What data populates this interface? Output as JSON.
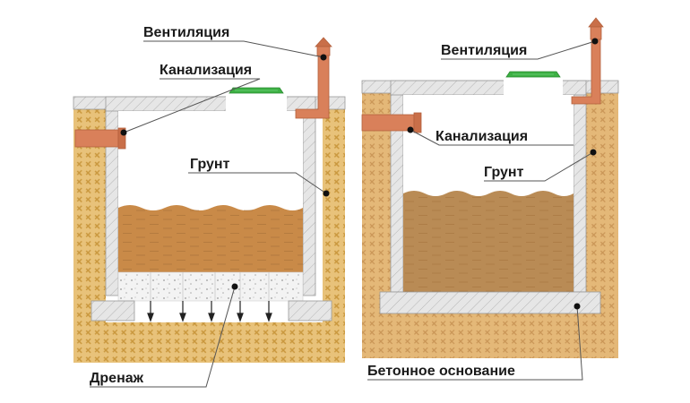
{
  "left_diagram": {
    "labels": {
      "ventilation": "Вентиляция",
      "sewer": "Канализация",
      "soil": "Грунт",
      "drainage": "Дренаж"
    }
  },
  "right_diagram": {
    "labels": {
      "ventilation": "Вентиляция",
      "sewer": "Канализация",
      "soil": "Грунт",
      "concrete_base": "Бетонное основание"
    }
  },
  "colors": {
    "soil": "#e8c27a",
    "soil_hatch": "#c9973d",
    "concrete": "#e6e6e6",
    "concrete_hatch": "#b5b5b5",
    "sludge": "#c98a48",
    "sludge_right": "#b98b55",
    "pipe": "#d9805a",
    "hatch_cover": "#3cb043",
    "gravel": "#f2f2f2",
    "leader": "#555555"
  }
}
